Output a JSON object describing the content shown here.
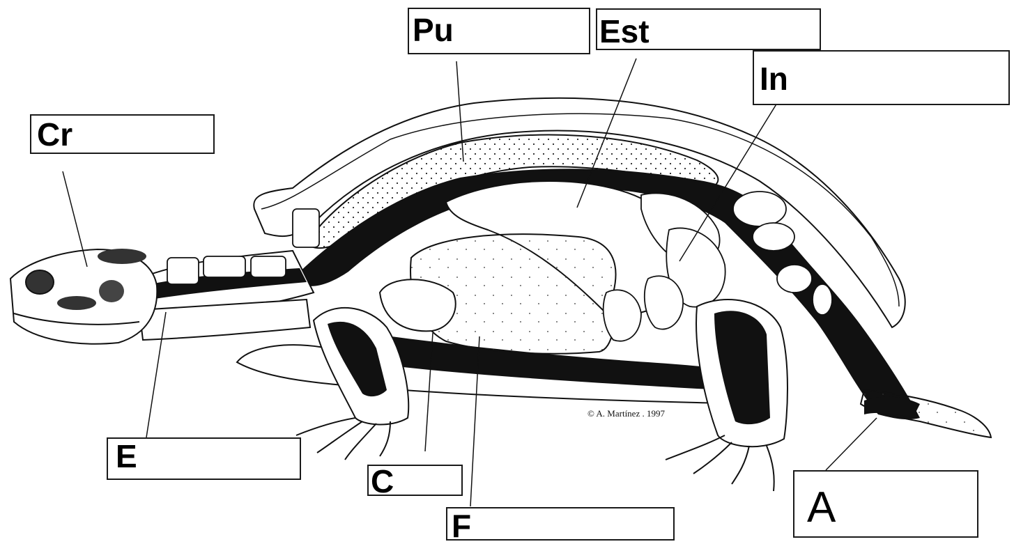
{
  "labels": {
    "cr": "Cr",
    "pu": "Pu",
    "est": "Est",
    "in": "In",
    "e": "E",
    "c": "C",
    "f": "F",
    "a": "A"
  },
  "copyright": "© A. Martínez . 1997",
  "colors": {
    "ink": "#111111",
    "background": "#ffffff"
  }
}
